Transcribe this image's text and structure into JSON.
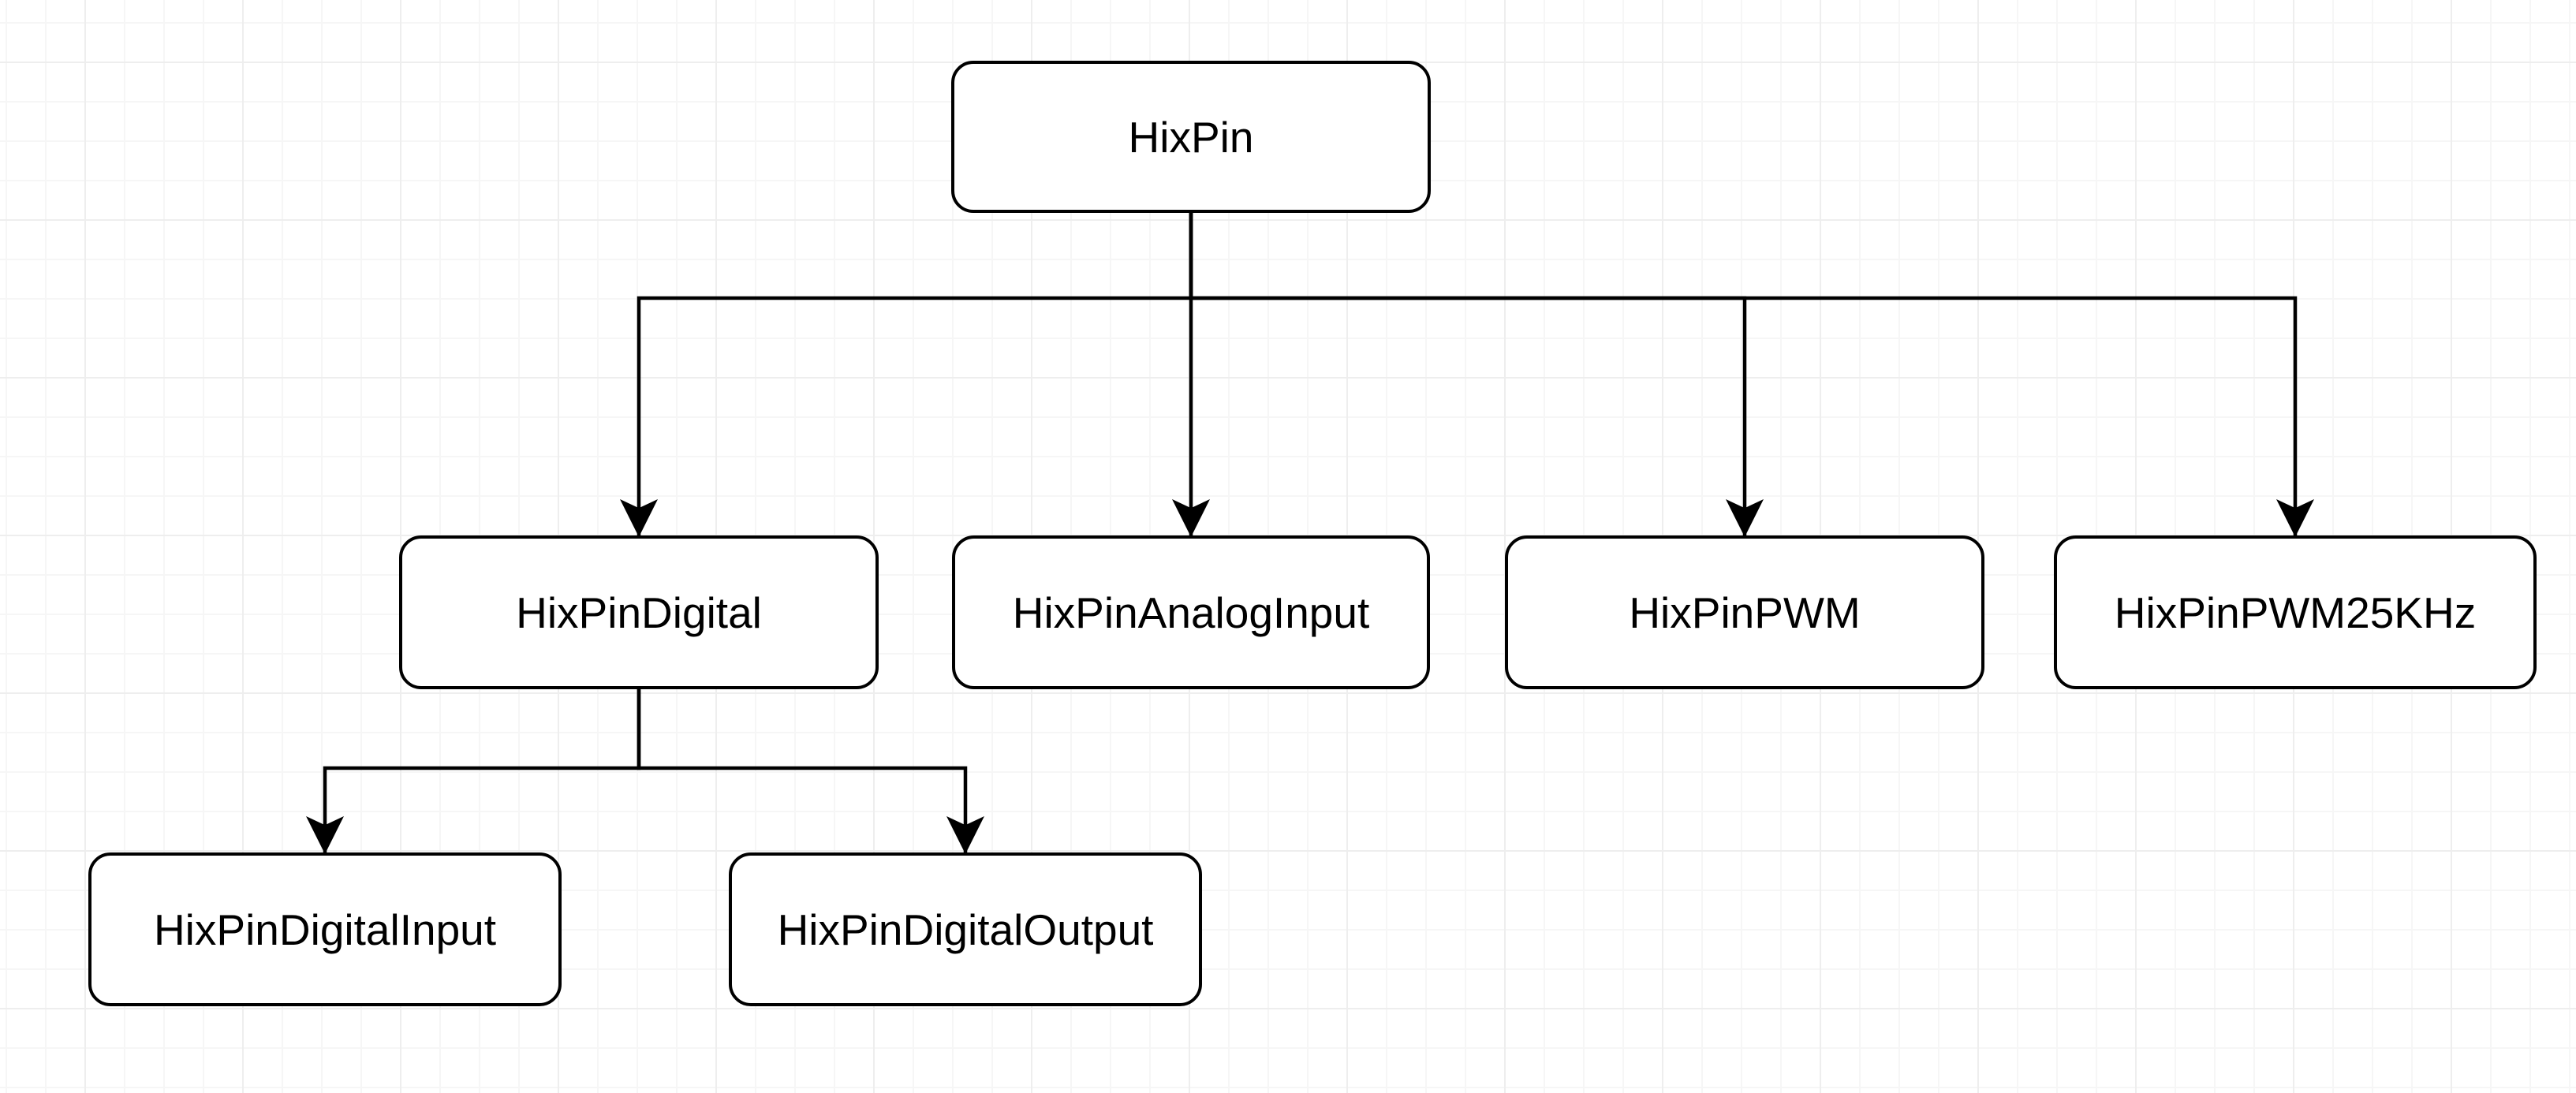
{
  "theme": {
    "canvas_bg": "#ffffff",
    "grid_minor": "#f6f6f6",
    "grid_major": "#eeeeee",
    "node_fill": "#ffffff",
    "node_stroke": "#000000",
    "node_text": "#000000",
    "edge_stroke": "#000000"
  },
  "diagram": {
    "nodes": [
      {
        "id": "hixpin",
        "label": "HixPin"
      },
      {
        "id": "hixpindigital",
        "label": "HixPinDigital"
      },
      {
        "id": "hixpinanaloginput",
        "label": "HixPinAnalogInput"
      },
      {
        "id": "hixpinpwm",
        "label": "HixPinPWM"
      },
      {
        "id": "hixpinpwm25khz",
        "label": "HixPinPWM25KHz"
      },
      {
        "id": "hixpindigitalinput",
        "label": "HixPinDigitalInput"
      },
      {
        "id": "hixpindigitaloutput",
        "label": "HixPinDigitalOutput"
      }
    ],
    "edges": [
      {
        "from": "hixpin",
        "to": "hixpindigital"
      },
      {
        "from": "hixpin",
        "to": "hixpinanaloginput"
      },
      {
        "from": "hixpin",
        "to": "hixpinpwm"
      },
      {
        "from": "hixpin",
        "to": "hixpinpwm25khz"
      },
      {
        "from": "hixpindigital",
        "to": "hixpindigitalinput"
      },
      {
        "from": "hixpindigital",
        "to": "hixpindigitaloutput"
      }
    ]
  }
}
